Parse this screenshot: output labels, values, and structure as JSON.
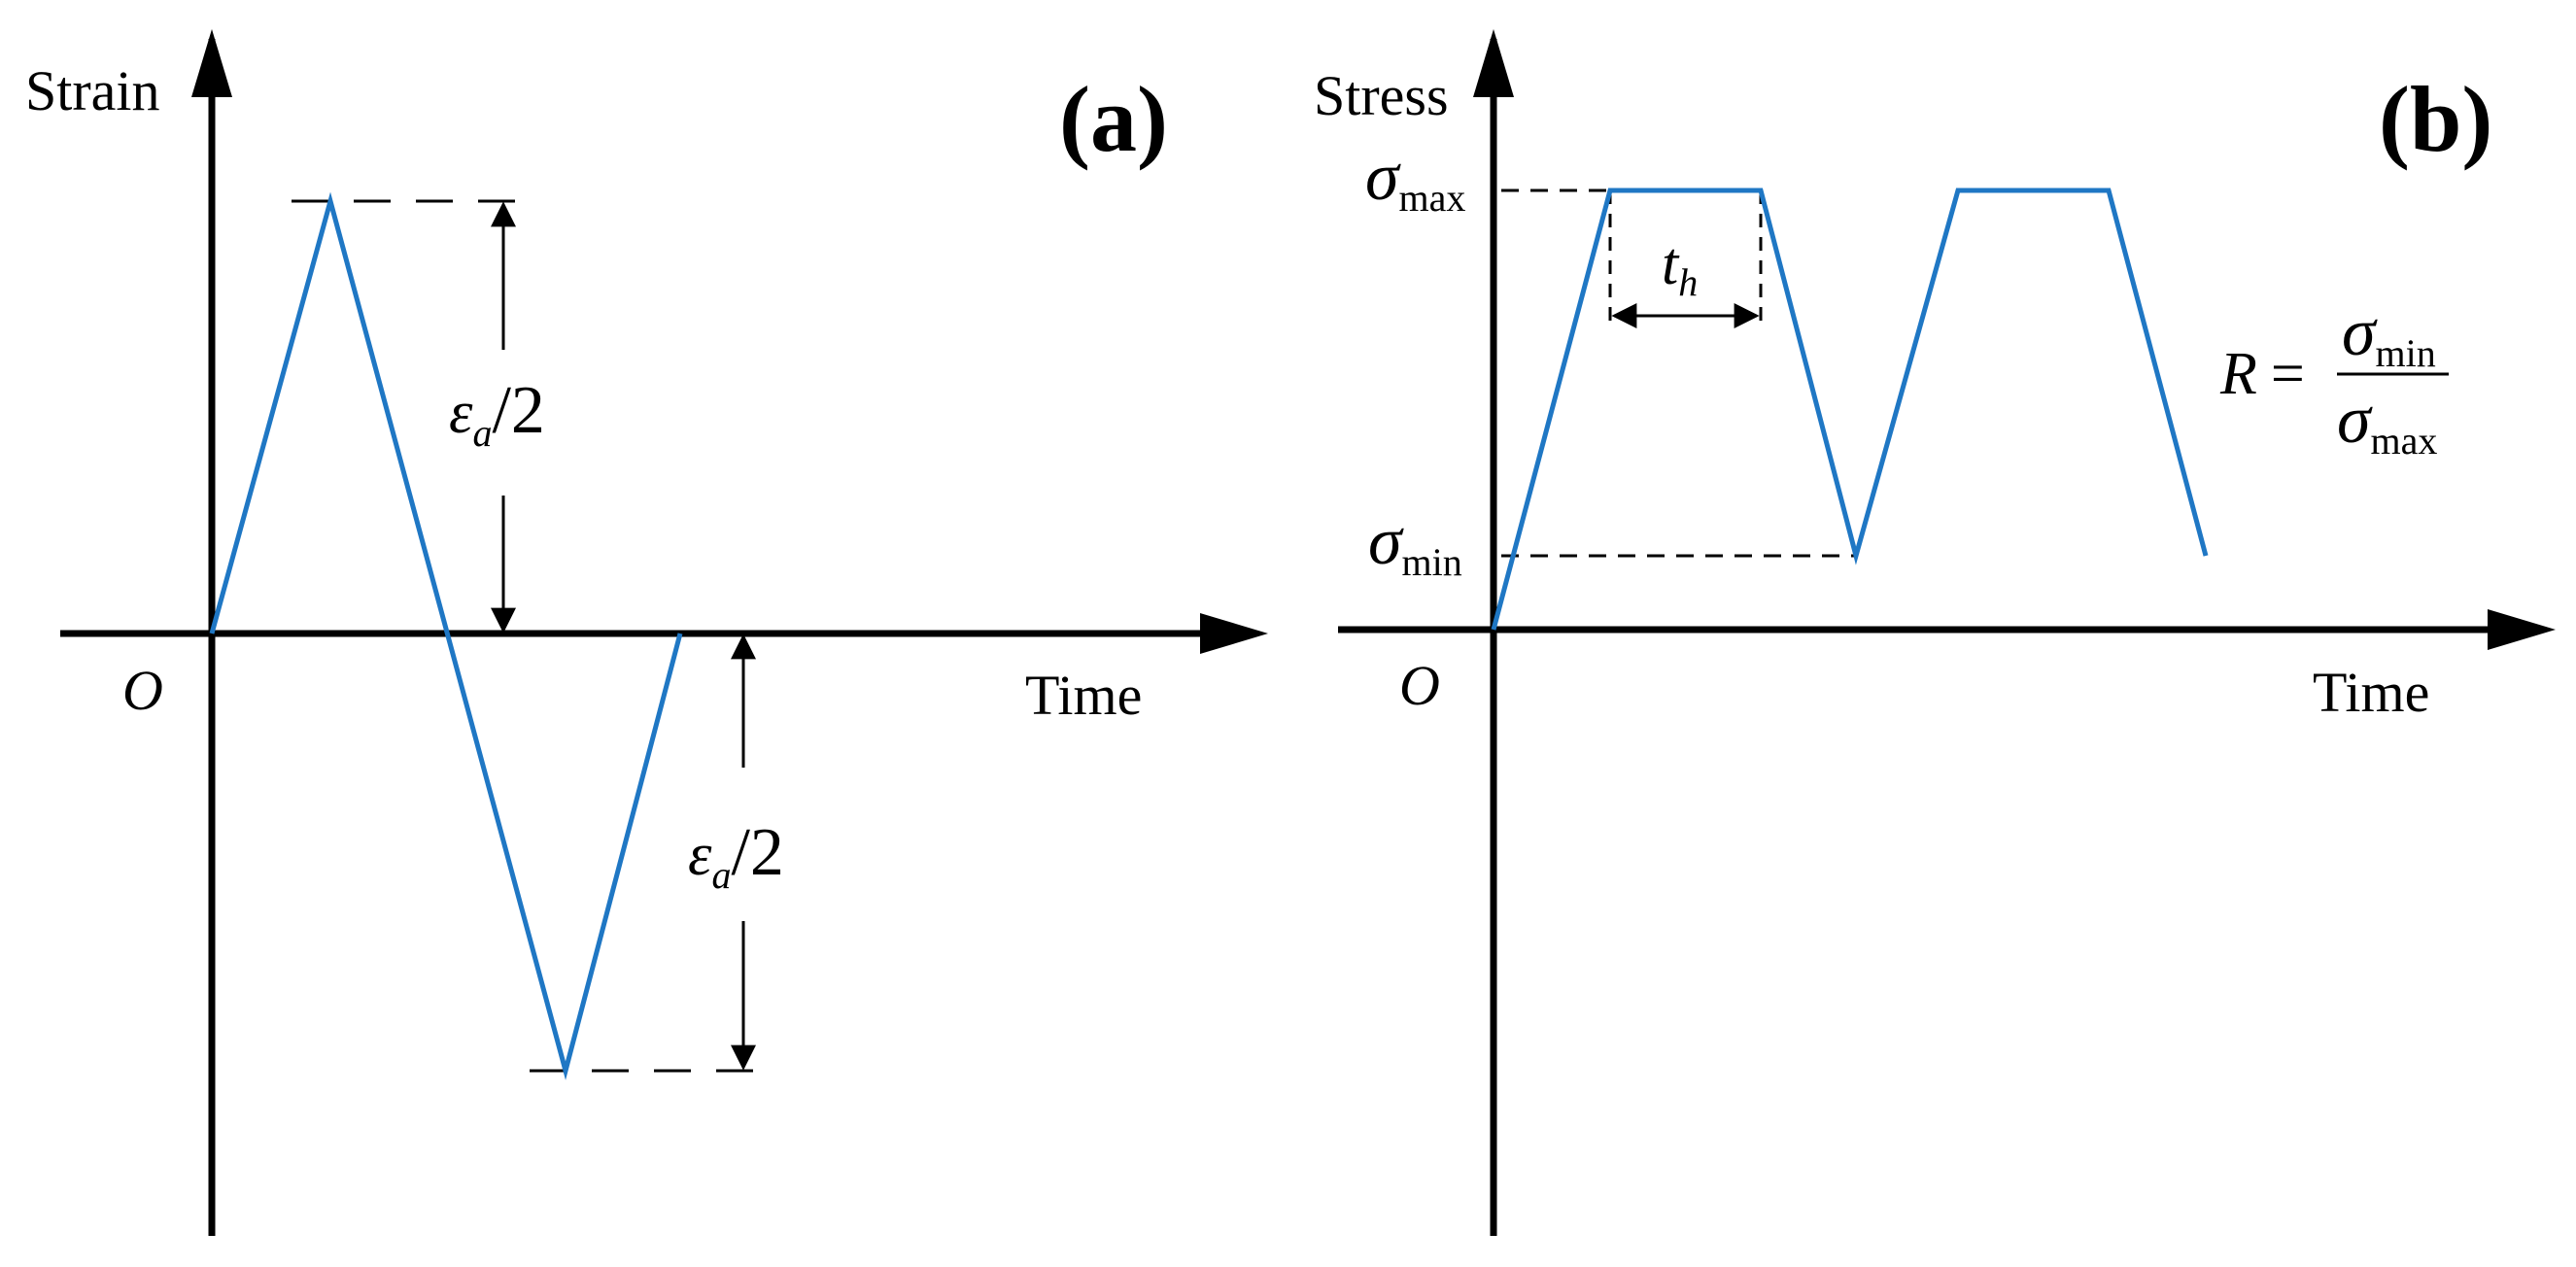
{
  "colors": {
    "axis": "#000000",
    "signal": "#1f77c4",
    "guide": "#000000",
    "background": "#ffffff"
  },
  "panel_a": {
    "letter": "(a)",
    "y_axis_label": "Strain",
    "x_axis_label": "Time",
    "origin_label": "O",
    "amplitude_symbol": "ε",
    "amplitude_subscript": "a",
    "amplitude_suffix": "/2"
  },
  "panel_b": {
    "letter": "(b)",
    "y_axis_label": "Stress",
    "x_axis_label": "Time",
    "origin_label": "O",
    "sigma_symbol": "σ",
    "max_sub": "max",
    "min_sub": "min",
    "hold_symbol": "t",
    "hold_subscript": "h",
    "ratio_symbol": "R",
    "equals": "="
  }
}
